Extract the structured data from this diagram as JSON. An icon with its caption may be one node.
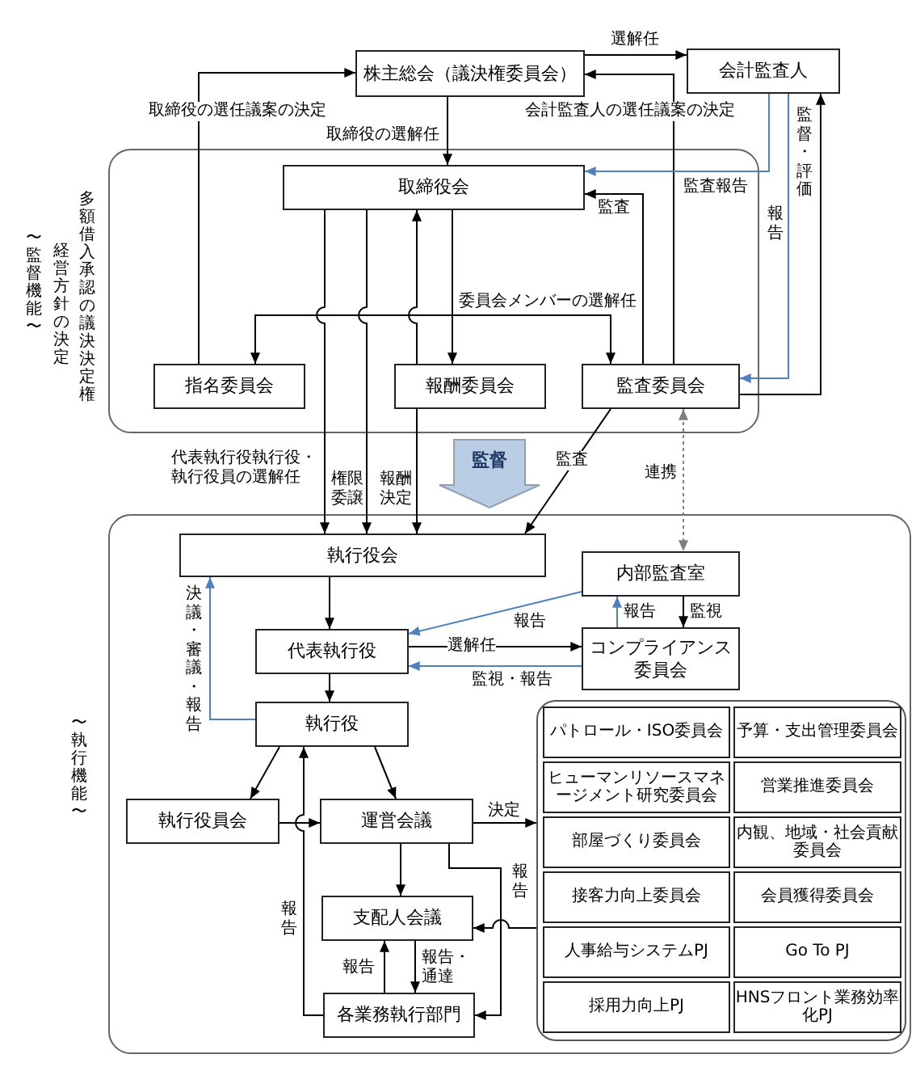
{
  "diagram": {
    "nodes": [
      {
        "text": [
          "株主総会（議決権委員会）"
        ]
      },
      {
        "text": [
          "会計監査人"
        ]
      },
      {
        "text": [
          "〜監督機能〜"
        ],
        "beside": [
          "多額借入承認の議決決定権",
          "経営方針の決定"
        ]
      },
      {
        "text": [
          "取締役会"
        ],
        "in": 2
      },
      {
        "text": [
          "指名委員会"
        ],
        "in": 2
      },
      {
        "text": [
          "報酬委員会"
        ],
        "in": 2
      },
      {
        "text": [
          "監査委員会"
        ],
        "in": 2
      },
      {
        "text": [
          "〜執行機能〜"
        ]
      },
      {
        "text": [
          "執行役会"
        ],
        "in": 7
      },
      {
        "text": [
          "内部監査室"
        ],
        "in": 7
      },
      {
        "text": [
          "代表執行役"
        ],
        "in": 7
      },
      {
        "text": [
          "コンプライアンス委員会"
        ],
        "in": 7
      },
      {
        "text": [
          "執行役"
        ],
        "in": 7
      },
      {
        "text": [
          "執行役員会"
        ],
        "in": 7
      },
      {
        "text": [
          "運営会議"
        ],
        "in": 7
      },
      {
        "text": [
          "支配人会議"
        ],
        "in": 7
      },
      {
        "text": [
          "各業務執行部門"
        ],
        "in": 7
      },
      {
        "text": [],
        "shape": "box",
        "in": 7
      },
      {
        "text": [
          "パトロール・ISO委員会"
        ],
        "in": 17
      },
      {
        "text": [
          "予算・支出管理委員会"
        ],
        "in": 17
      },
      {
        "text": [
          "ヒューマンリソースマネージメント研究委員会"
        ],
        "in": 17
      },
      {
        "text": [
          "営業推進委員会"
        ],
        "in": 17
      },
      {
        "text": [
          "部屋づくり委員会"
        ],
        "in": 17
      },
      {
        "text": [
          "内観、地域・社会貢献委員会"
        ],
        "in": 17
      },
      {
        "text": [
          "接客力向上委員会"
        ],
        "in": 17
      },
      {
        "text": [
          "会員獲得委員会"
        ],
        "in": 17
      },
      {
        "text": [
          "人事給与システムPJ"
        ],
        "in": 17
      },
      {
        "text": [
          "Go To PJ"
        ],
        "in": 17
      },
      {
        "text": [
          "採用力向上PJ"
        ],
        "in": 17
      },
      {
        "text": [
          "HNSフロント業務効率化PJ"
        ],
        "in": 17
      }
    ],
    "edges": [
      {
        "from": 0,
        "to": 1,
        "arrow": "to",
        "label": "選解任"
      },
      {
        "from": 4,
        "to": 0,
        "arrow": "to",
        "label": "取締役の選任議案の決定"
      },
      {
        "from": 6,
        "to": 0,
        "arrow": "to",
        "label": "会計監査人の選任議案の決定"
      },
      {
        "from": 0,
        "to": 3,
        "arrow": "to",
        "label": "取締役の選解任"
      },
      {
        "from": 1,
        "to": 3,
        "arrow": "to",
        "label": "監査報告",
        "color": "#4f81bd"
      },
      {
        "from": 1,
        "to": 6,
        "arrow": "to",
        "label": "報告",
        "color": "#4f81bd"
      },
      {
        "from": 6,
        "to": 1,
        "arrow": "to",
        "label": "監督・評価"
      },
      {
        "from": 6,
        "to": 3,
        "arrow": "to",
        "label": "監査"
      },
      {
        "from": 3,
        "to": 4,
        "arrow": "to"
      },
      {
        "from": 3,
        "to": 5,
        "arrow": "to"
      },
      {
        "from": 3,
        "to": 6,
        "arrow": "to",
        "label": "委員会メンバーの選解任"
      },
      {
        "from": 3,
        "to": 8,
        "arrow": "to",
        "label": "代表執行役執行役・執行役員の選解任"
      },
      {
        "from": 3,
        "to": 8,
        "arrow": "to",
        "label": "権限委譲"
      },
      {
        "from": 5,
        "to": 3,
        "arrow": "to"
      },
      {
        "from": 5,
        "to": 8,
        "arrow": "to",
        "label": "報酬決定"
      },
      {
        "from": 6,
        "to": 8,
        "arrow": "to",
        "label": "監査"
      },
      {
        "from": 6,
        "to": 9,
        "arrow": "both",
        "label": "連携",
        "style": "dashed",
        "color": "#7f7f7f"
      },
      {
        "from": 2,
        "to": 7,
        "arrow": "to",
        "label": "監督",
        "style": "thick",
        "color": "#b9cde5"
      },
      {
        "from": 8,
        "to": 10,
        "arrow": "to"
      },
      {
        "from": 9,
        "to": 10,
        "arrow": "to",
        "label": "報告",
        "color": "#4f81bd"
      },
      {
        "from": 10,
        "to": 11,
        "arrow": "to",
        "label": "選解任"
      },
      {
        "from": 11,
        "to": 10,
        "arrow": "to",
        "label": "監視・報告",
        "color": "#4f81bd"
      },
      {
        "from": 11,
        "to": 9,
        "arrow": "to",
        "label": "報告",
        "color": "#4f81bd"
      },
      {
        "from": 9,
        "to": 11,
        "arrow": "to",
        "label": "監視"
      },
      {
        "from": 12,
        "to": 8,
        "arrow": "to",
        "label": "決議・審議・報告",
        "color": "#4f81bd"
      },
      {
        "from": 10,
        "to": 12,
        "arrow": "to"
      },
      {
        "from": 12,
        "to": 13,
        "arrow": "to"
      },
      {
        "from": 12,
        "to": 14,
        "arrow": "to"
      },
      {
        "from": 13,
        "to": 14,
        "arrow": "to"
      },
      {
        "from": 16,
        "to": 12,
        "arrow": "to",
        "label": "報告"
      },
      {
        "from": 14,
        "to": 15,
        "arrow": "to"
      },
      {
        "from": 14,
        "to": 17,
        "arrow": "to",
        "label": "決定"
      },
      {
        "from": 17,
        "to": 15,
        "arrow": "to",
        "label": "報告"
      },
      {
        "from": 14,
        "to": 16,
        "arrow": "to"
      },
      {
        "from": 15,
        "to": 16,
        "arrow": "to",
        "label": "報告・通達"
      },
      {
        "from": 16,
        "to": 15,
        "arrow": "to",
        "label": "報告"
      }
    ]
  }
}
